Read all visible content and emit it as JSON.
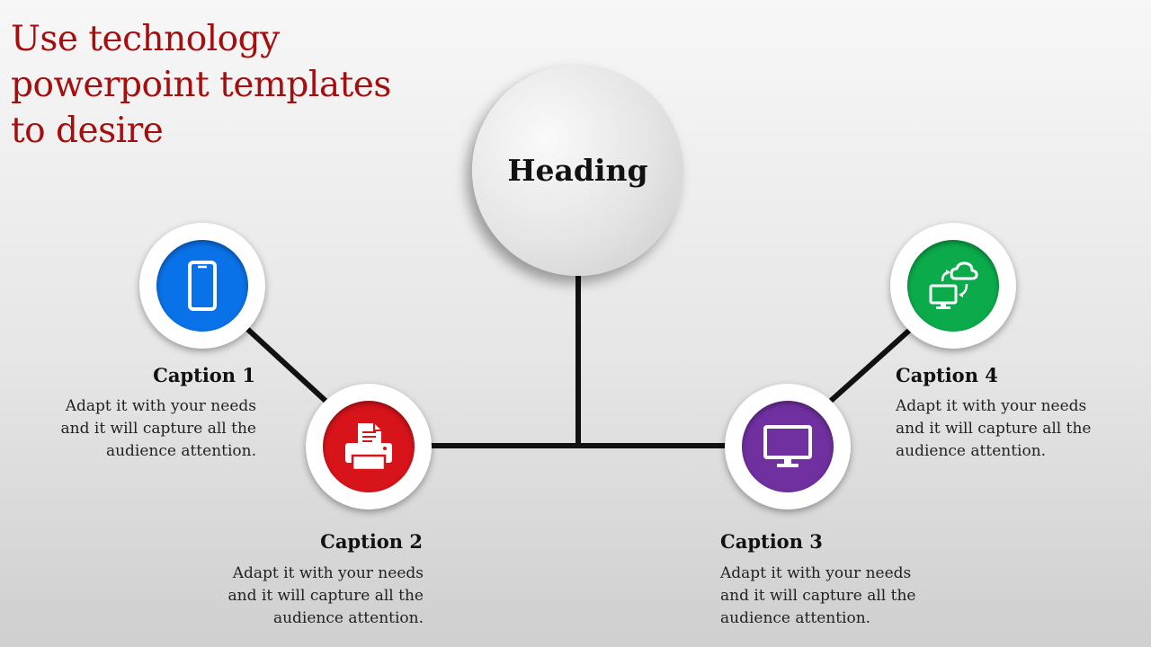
{
  "title": {
    "line1": "Use technology",
    "line2": "powerpoint templates",
    "line3": "to desire"
  },
  "heading": "Heading",
  "captions": [
    {
      "title": "Caption 1",
      "body": "Adapt it with your needs and it will capture all the audience attention.",
      "icon": "smartphone-icon",
      "color": "#0a72e8"
    },
    {
      "title": "Caption 2",
      "body": "Adapt it with your needs and it will capture all the audience attention.",
      "icon": "printer-icon",
      "color": "#d7141a"
    },
    {
      "title": "Caption 3",
      "body": "Adapt it with your needs and it will capture all the audience attention.",
      "icon": "monitor-icon",
      "color": "#7030a0"
    },
    {
      "title": "Caption 4",
      "body": "Adapt it with your needs and it will capture all the audience attention.",
      "icon": "cloud-sync-icon",
      "color": "#0bab4b"
    }
  ],
  "colors": {
    "title": "#a50e0e",
    "connector": "#111111"
  }
}
